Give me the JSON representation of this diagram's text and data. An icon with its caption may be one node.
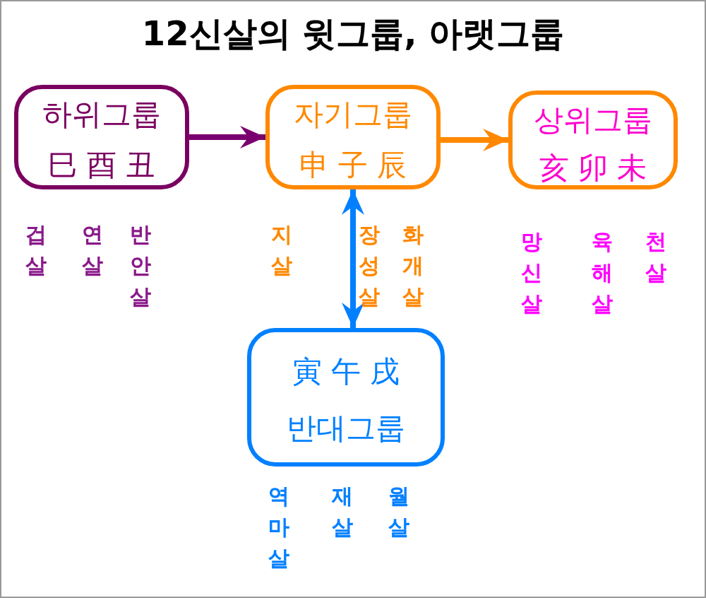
{
  "diagram": {
    "title": "12신살의 윗그룹, 아랫그룹",
    "nodes": [
      {
        "text": [
          "하위그룹",
          "巳 酉 丑"
        ],
        "beside": [
          "겁살",
          "연살",
          "반안살"
        ]
      },
      {
        "text": [
          "자기그룹",
          "申 子 辰"
        ],
        "beside": [
          "지살",
          "장성살",
          "화개살"
        ]
      },
      {
        "text": [
          "상위그룹",
          "亥 卯 未"
        ],
        "beside": [
          "망신살",
          "육해살",
          "천살"
        ]
      },
      {
        "text": [
          "寅 午 戌",
          "반대그룹"
        ],
        "beside": [
          "역마살",
          "재살",
          "월살"
        ]
      }
    ],
    "edges": [
      {
        "from": 0,
        "to": 1,
        "arrow": "to",
        "color": "#7a0070"
      },
      {
        "from": 1,
        "to": 2,
        "arrow": "to",
        "color": "#ff8800"
      },
      {
        "from": 1,
        "to": 3,
        "arrow": "both",
        "color": "#0080ff"
      }
    ]
  }
}
